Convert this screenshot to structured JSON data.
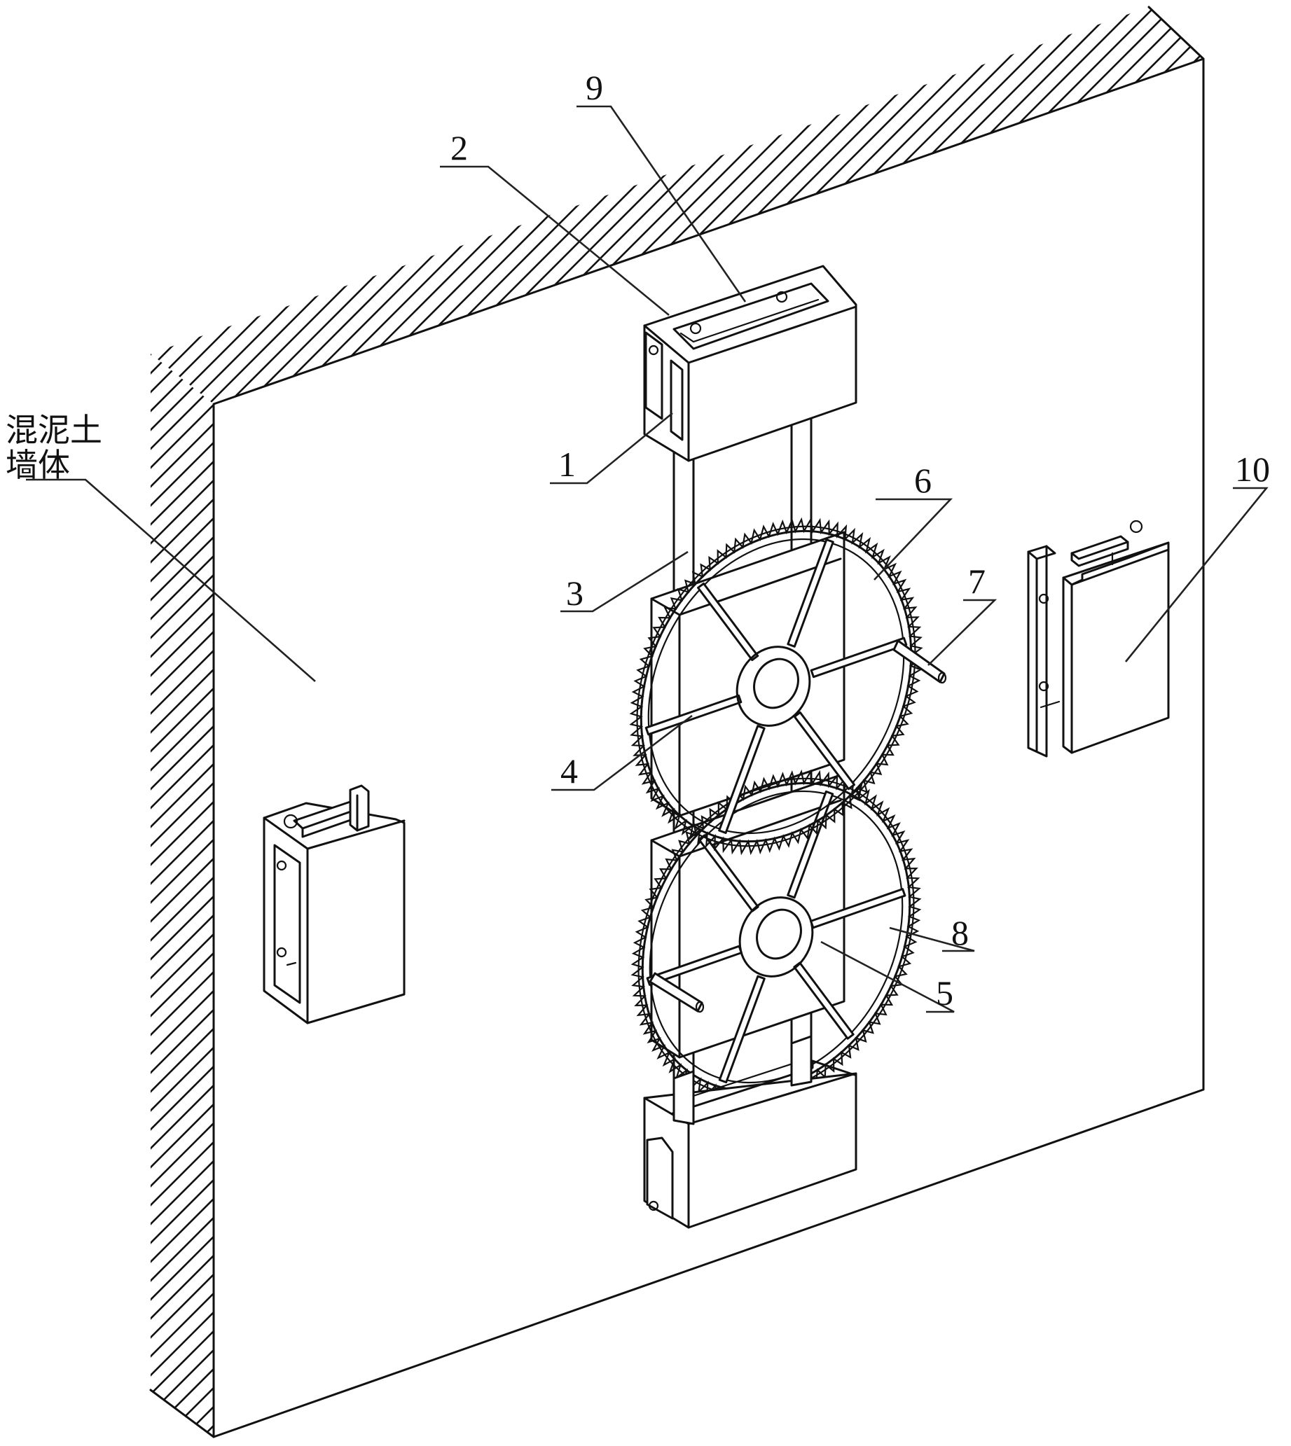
{
  "figure": {
    "wall_label_line1": "混泥土",
    "wall_label_line2": "墙体",
    "callouts": [
      {
        "id": "1",
        "label": "1"
      },
      {
        "id": "2",
        "label": "2"
      },
      {
        "id": "3",
        "label": "3"
      },
      {
        "id": "4",
        "label": "4"
      },
      {
        "id": "5",
        "label": "5"
      },
      {
        "id": "6",
        "label": "6"
      },
      {
        "id": "7",
        "label": "7"
      },
      {
        "id": "8",
        "label": "8"
      },
      {
        "id": "9",
        "label": "9"
      },
      {
        "id": "10",
        "label": "10"
      }
    ],
    "colors": {
      "line": "#111111",
      "background": "#ffffff"
    }
  }
}
